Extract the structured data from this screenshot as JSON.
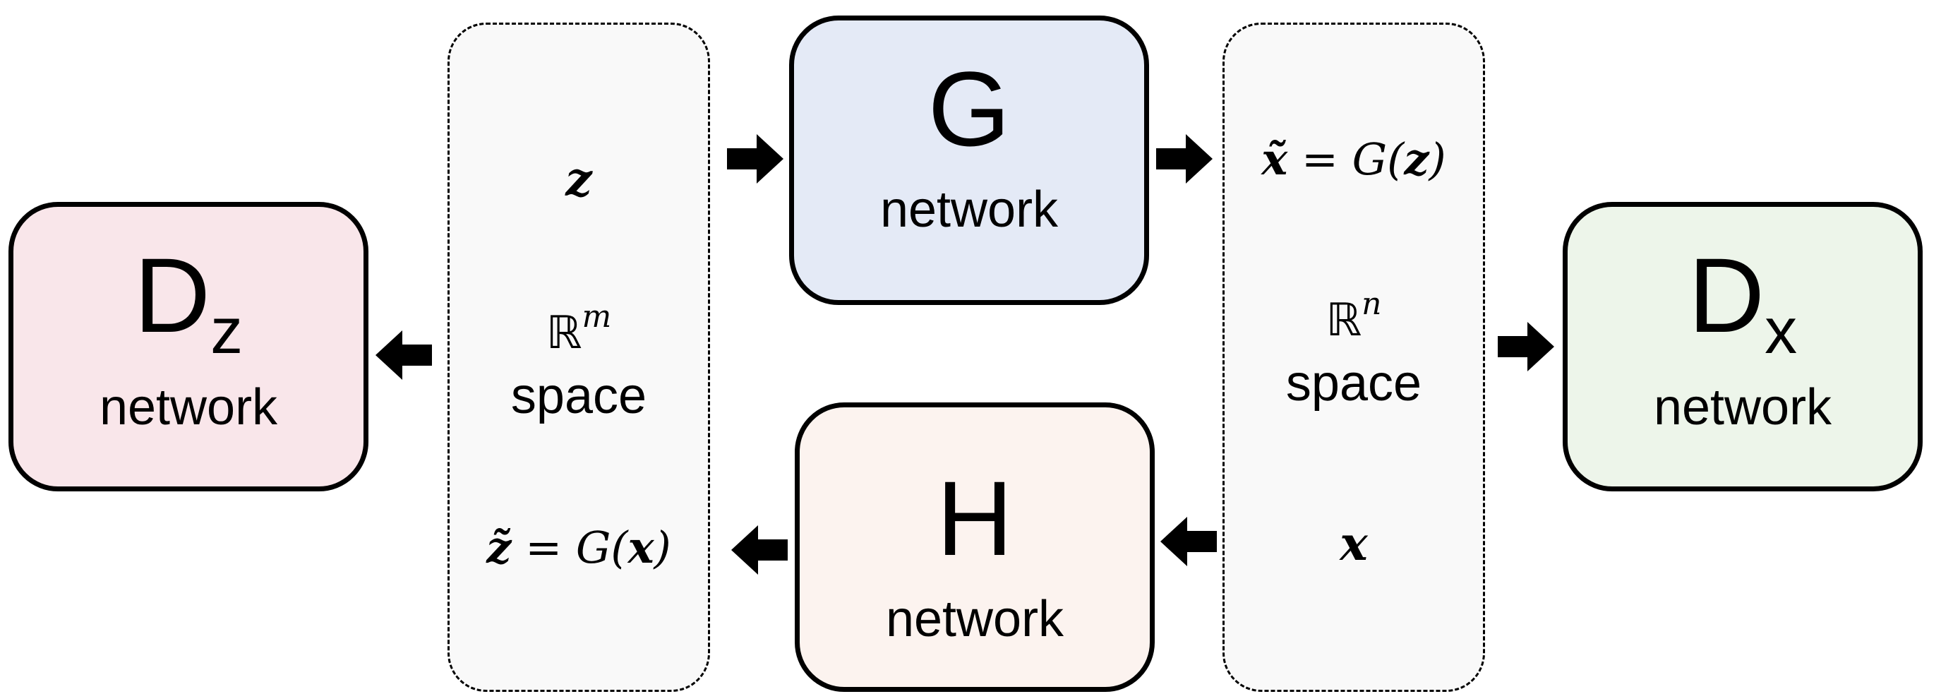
{
  "nodes": {
    "dz": {
      "letter": "D",
      "subscript": "z",
      "label": "network",
      "fill": "#f9e6ea"
    },
    "g": {
      "letter": "G",
      "label": "network",
      "fill": "#e4eaf6"
    },
    "h": {
      "letter": "H",
      "label": "network",
      "fill": "#fcf3ef"
    },
    "dx": {
      "letter": "D",
      "subscript": "x",
      "label": "network",
      "fill": "#edf5ea"
    }
  },
  "latent_space": {
    "top": "z",
    "field": "ℝ",
    "dimension": "m",
    "word": "space",
    "bottom_lhs": "z̃",
    "bottom_rhs_func": "G(",
    "bottom_rhs_arg": "x",
    "bottom_rhs_close": ")"
  },
  "data_space": {
    "top_lhs": "x̃",
    "top_rhs_func": "G(",
    "top_rhs_arg": "z",
    "top_rhs_close": ")",
    "field": "ℝ",
    "dimension": "n",
    "word": "space",
    "bottom": "x"
  },
  "equals": "=",
  "colors": {
    "stroke": "#000000",
    "space_fill": "#f9f9f9"
  }
}
